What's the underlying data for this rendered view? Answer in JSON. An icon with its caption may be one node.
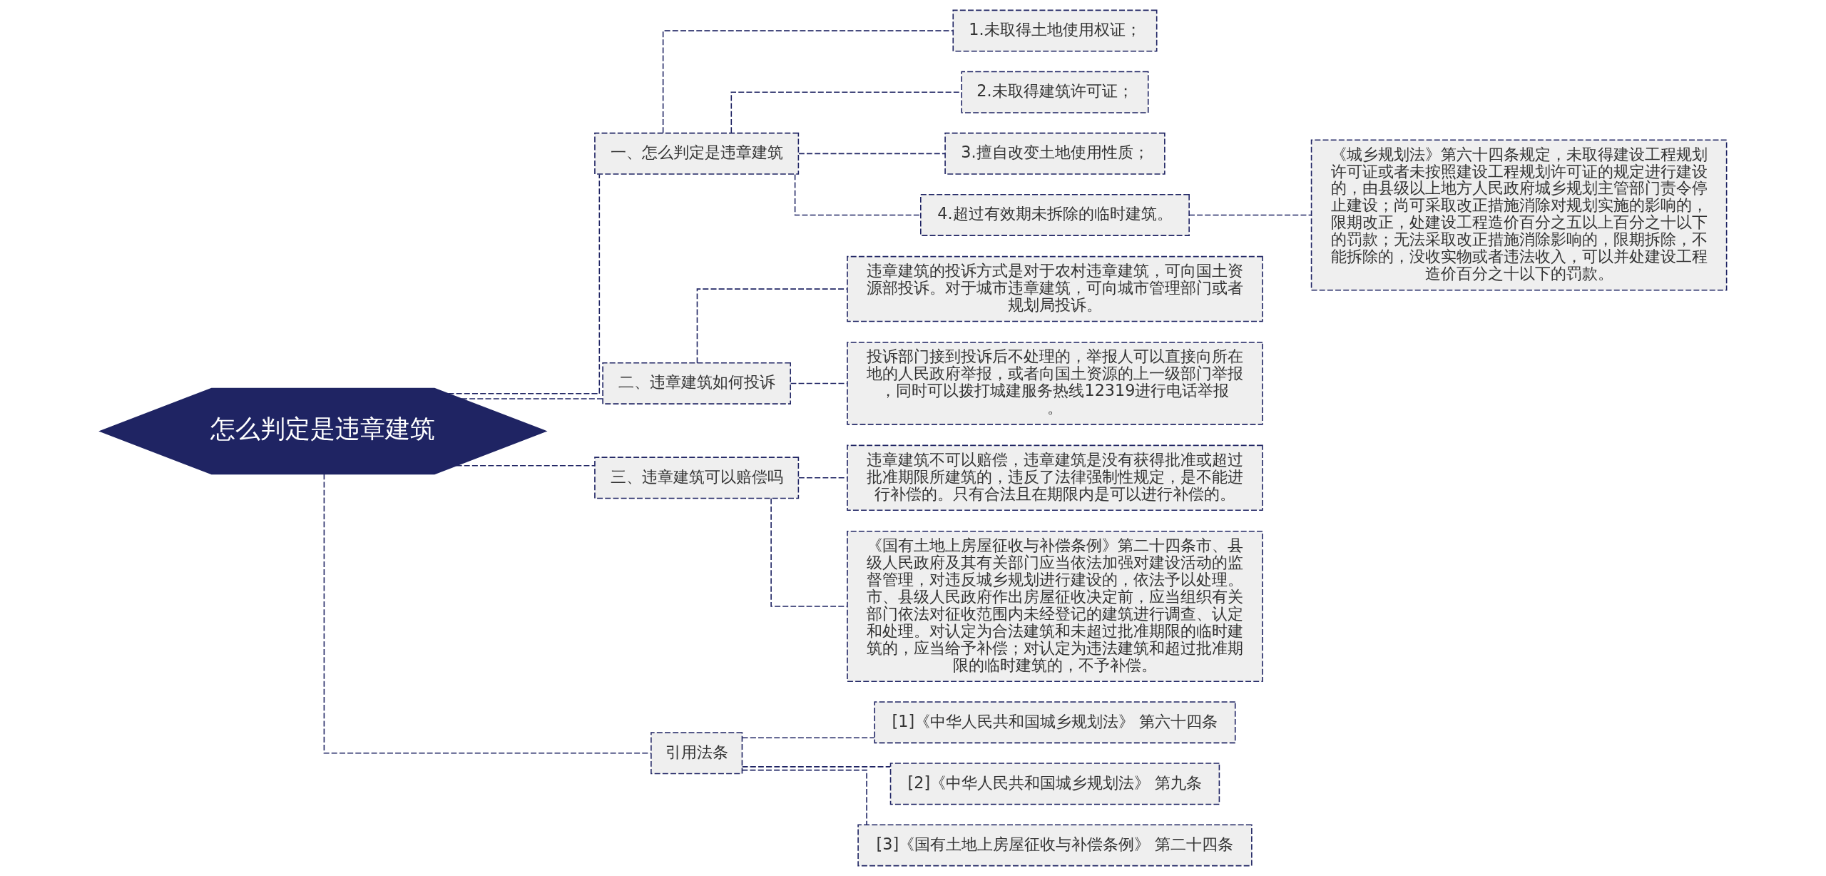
{
  "diagram": {
    "nodes": [
      {
        "text": [
          "怎么判定是违章建筑"
        ]
      },
      {
        "text": [
          "一、怎么判定是违章建筑"
        ]
      },
      {
        "text": [
          "1.未取得土地使用权证；"
        ]
      },
      {
        "text": [
          "2.未取得建筑许可证；"
        ]
      },
      {
        "text": [
          "3.擅自改变土地使用性质；"
        ]
      },
      {
        "text": [
          "4.超过有效期未拆除的临时建筑。"
        ]
      },
      {
        "text": [
          "《城乡规划法》第六十四条规定，未取得建设工程规划许可证或者未按照建设工程规划许可证的规定进行建设的，由县级以上地方人民政府城乡规划主管部门责令停止建设；尚可采取改正措施消除对规划实施的影响的，限期改正，处建设工程造价百分之五以上百分之十以下的罚款；无法采取改正措施消除影响的，限期拆除，不能拆除的，没收实物或者违法收入，可以并处建设工程造价百分之十以下的罚款。"
        ]
      },
      {
        "text": [
          "二、违章建筑如何投诉"
        ]
      },
      {
        "text": [
          "违章建筑的投诉方式是对于农村违章建筑，可向国土资源部投诉。对于城市违章建筑，可向城市管理部门或者规划局投诉。"
        ]
      },
      {
        "text": [
          "投诉部门接到投诉后不处理的，举报人可以直接向所在地的人民政府举报，或者向国土资源的上一级部门举报，同时可以拨打城建服务热线12319进行电话举报。"
        ]
      },
      {
        "text": [
          "三、违章建筑可以赔偿吗"
        ]
      },
      {
        "text": [
          "违章建筑不可以赔偿，违章建筑是没有获得批准或超过批准期限所建筑的，违反了法律强制性规定，是不能进行补偿的。只有合法且在期限内是可以进行补偿的。"
        ]
      },
      {
        "text": [
          "《国有土地上房屋征收与补偿条例》第二十四条市、县级人民政府及其有关部门应当依法加强对建设活动的监督管理，对违反城乡规划进行建设的，依法予以处理。市、县级人民政府作出房屋征收决定前，应当组织有关部门依法对征收范围内未经登记的建筑进行调查、认定和处理。对认定为合法建筑和未超过批准期限的临时建筑的，应当给予补偿；对认定为违法建筑和超过批准期限的临时建筑的，不予补偿。"
        ]
      },
      {
        "text": [
          "引用法条"
        ]
      },
      {
        "text": [
          "[1]《中华人民共和国城乡规划法》 第六十四条"
        ]
      },
      {
        "text": [
          "[2]《中华人民共和国城乡规划法》 第九条"
        ]
      },
      {
        "text": [
          "[3]《国有土地上房屋征收与补偿条例》 第二十四条"
        ]
      }
    ],
    "edges": [
      {
        "from": 0,
        "to": 1,
        "arrow": "none",
        "style": "dashed"
      },
      {
        "from": 1,
        "to": 2,
        "arrow": "none",
        "style": "dashed"
      },
      {
        "from": 1,
        "to": 3,
        "arrow": "none",
        "style": "dashed"
      },
      {
        "from": 1,
        "to": 4,
        "arrow": "none",
        "style": "dashed"
      },
      {
        "from": 1,
        "to": 5,
        "arrow": "none",
        "style": "dashed"
      },
      {
        "from": 5,
        "to": 6,
        "arrow": "none",
        "style": "dashed"
      },
      {
        "from": 0,
        "to": 7,
        "arrow": "none",
        "style": "dashed"
      },
      {
        "from": 7,
        "to": 8,
        "arrow": "none",
        "style": "dashed"
      },
      {
        "from": 7,
        "to": 9,
        "arrow": "none",
        "style": "dashed"
      },
      {
        "from": 0,
        "to": 10,
        "arrow": "none",
        "style": "dashed"
      },
      {
        "from": 10,
        "to": 11,
        "arrow": "none",
        "style": "dashed"
      },
      {
        "from": 10,
        "to": 12,
        "arrow": "none",
        "style": "dashed"
      },
      {
        "from": 0,
        "to": 13,
        "arrow": "none",
        "style": "dashed"
      },
      {
        "from": 13,
        "to": 14,
        "arrow": "none",
        "style": "dashed"
      },
      {
        "from": 13,
        "to": 15,
        "arrow": "none",
        "style": "dashed"
      },
      {
        "from": 13,
        "to": 16,
        "arrow": "none",
        "style": "dashed"
      }
    ]
  }
}
